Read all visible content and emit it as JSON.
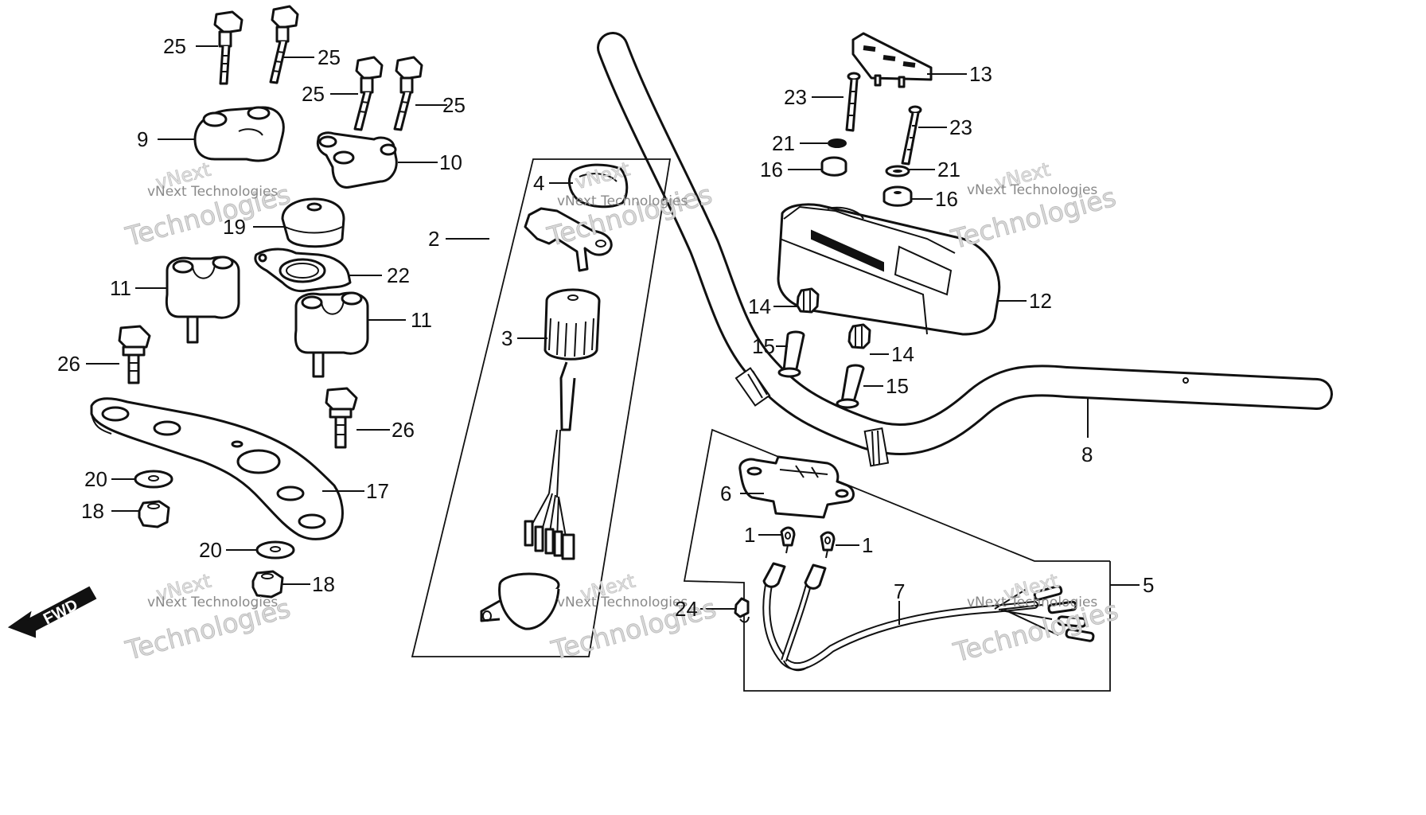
{
  "diagram": {
    "callouts": [
      {
        "id": "c25a",
        "text": "25"
      },
      {
        "id": "c25b",
        "text": "25"
      },
      {
        "id": "c25c",
        "text": "25"
      },
      {
        "id": "c25d",
        "text": "25"
      },
      {
        "id": "c9",
        "text": "9"
      },
      {
        "id": "c10",
        "text": "10"
      },
      {
        "id": "c19",
        "text": "19"
      },
      {
        "id": "c22",
        "text": "22"
      },
      {
        "id": "c11a",
        "text": "11"
      },
      {
        "id": "c11b",
        "text": "11"
      },
      {
        "id": "c26a",
        "text": "26"
      },
      {
        "id": "c26b",
        "text": "26"
      },
      {
        "id": "c17",
        "text": "17"
      },
      {
        "id": "c20a",
        "text": "20"
      },
      {
        "id": "c20b",
        "text": "20"
      },
      {
        "id": "c18a",
        "text": "18"
      },
      {
        "id": "c18b",
        "text": "18"
      },
      {
        "id": "c4",
        "text": "4"
      },
      {
        "id": "c2",
        "text": "2"
      },
      {
        "id": "c3",
        "text": "3"
      },
      {
        "id": "c13",
        "text": "13"
      },
      {
        "id": "c23a",
        "text": "23"
      },
      {
        "id": "c23b",
        "text": "23"
      },
      {
        "id": "c21a",
        "text": "21"
      },
      {
        "id": "c21b",
        "text": "21"
      },
      {
        "id": "c16a",
        "text": "16"
      },
      {
        "id": "c16b",
        "text": "16"
      },
      {
        "id": "c12",
        "text": "12"
      },
      {
        "id": "c14a",
        "text": "14"
      },
      {
        "id": "c14b",
        "text": "14"
      },
      {
        "id": "c15a",
        "text": "15"
      },
      {
        "id": "c15b",
        "text": "15"
      },
      {
        "id": "c8",
        "text": "8"
      },
      {
        "id": "c6",
        "text": "6"
      },
      {
        "id": "c1a",
        "text": "1"
      },
      {
        "id": "c1b",
        "text": "1"
      },
      {
        "id": "c5",
        "text": "5"
      },
      {
        "id": "c7",
        "text": "7"
      },
      {
        "id": "c24",
        "text": "24"
      }
    ],
    "fwd_label": "FWD",
    "watermark": {
      "company": "vNext Technologies",
      "big_a": "vNext",
      "big_b": "Technologies"
    }
  }
}
